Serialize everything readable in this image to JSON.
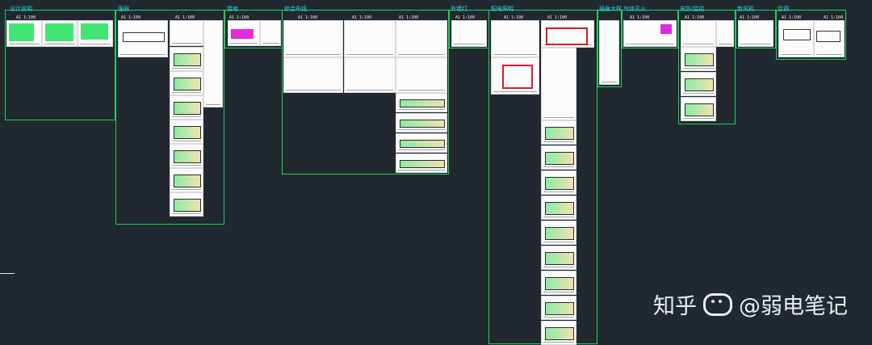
{
  "groups": [
    {
      "key": "g1",
      "title": "设计说明"
    },
    {
      "key": "g2",
      "title": "强弱"
    },
    {
      "key": "g3",
      "title": "接地"
    },
    {
      "key": "g4",
      "title": "综合布线"
    },
    {
      "key": "g5",
      "title": "外墙灯"
    },
    {
      "key": "g6",
      "title": "配电照明"
    },
    {
      "key": "g7",
      "title": "插座大样"
    },
    {
      "key": "g8",
      "title": "气体灭火"
    },
    {
      "key": "g9",
      "title": "安防/监控"
    },
    {
      "key": "g10",
      "title": "新风机"
    },
    {
      "key": "g11",
      "title": "空调"
    }
  ],
  "sheet_label": "A1 1:100",
  "colors": {
    "background": "#212830",
    "group_border": "#1fd15a",
    "group_title": "#2bd8e8",
    "sheet": "#fbfbfb"
  },
  "watermark": {
    "platform": "知乎",
    "account": "@弱电笔记"
  }
}
